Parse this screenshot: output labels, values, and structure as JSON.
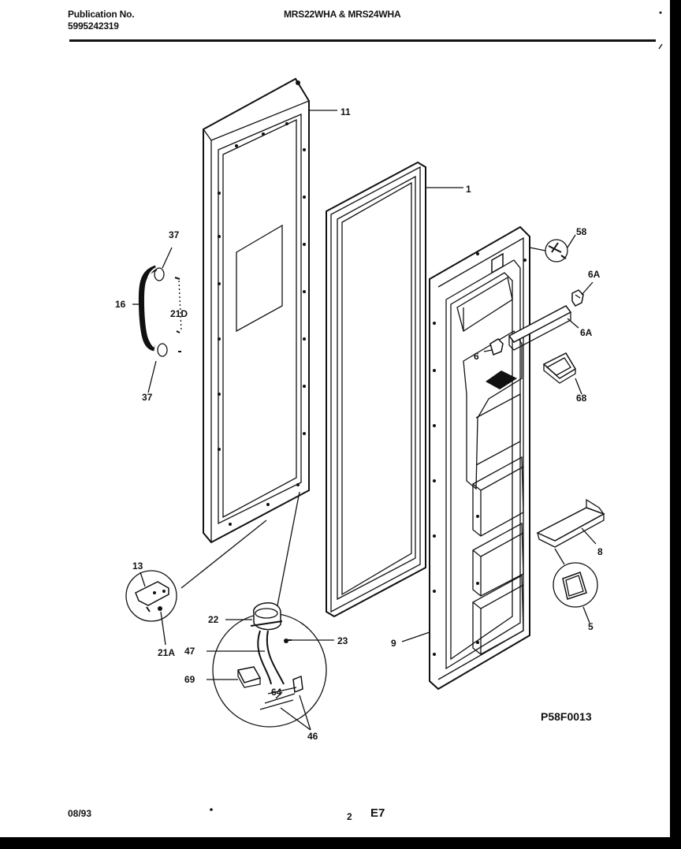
{
  "header": {
    "publication_label": "Publication No.",
    "publication_number": "5995242319",
    "models": "MRS22WHA & MRS24WHA"
  },
  "footer": {
    "date": "08/93",
    "page_number": "2",
    "section": "E7"
  },
  "diagram_code": "P58F0013",
  "callouts": {
    "c11": "11",
    "c1": "1",
    "c58": "58",
    "c6A_top": "6A",
    "c6A_mid": "6A",
    "c6": "6",
    "c68": "68",
    "c8": "8",
    "c5": "5",
    "c9": "9",
    "c37_top": "37",
    "c16": "16",
    "c21D": "21D",
    "c37_bot": "37",
    "c13": "13",
    "c21A": "21A",
    "c22": "22",
    "c23": "23",
    "c47": "47",
    "c69": "69",
    "c64": "64",
    "c46": "46"
  }
}
